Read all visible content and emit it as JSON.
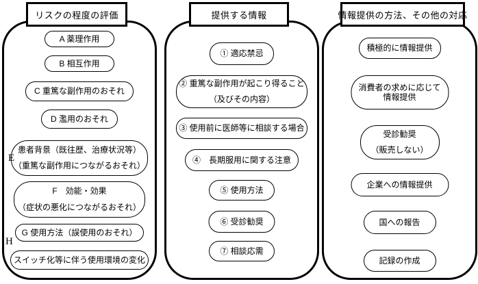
{
  "columns": [
    {
      "title": "リスクの程度の評価",
      "items": [
        {
          "lines": [
            "A 薬理作用"
          ]
        },
        {
          "lines": [
            "B 相互作用"
          ]
        },
        {
          "lines": [
            "C 重篤な副作用のおそれ"
          ]
        },
        {
          "lines": [
            "D 濫用のおそれ"
          ]
        },
        {
          "outside_label": "E",
          "lines": [
            "患者背景（既往歴、治療状況等）",
            "（重篤な副作用につながるおそれ）"
          ]
        },
        {
          "lines": [
            "F　効能・効果",
            "（症状の悪化につながるおそれ）"
          ]
        },
        {
          "lines": [
            "G 使用方法（誤使用のおそれ）"
          ]
        },
        {
          "outside_label": "H",
          "lines": [
            "スイッチ化等に伴う使用環境の変化"
          ]
        }
      ]
    },
    {
      "title": "提供する情報",
      "items": [
        {
          "lines": [
            "① 適応禁忌"
          ]
        },
        {
          "lines": [
            "② 重篤な副作用が起こり得ること",
            "（及びその内容）"
          ]
        },
        {
          "lines": [
            "③ 使用前に医師等に相談する場合"
          ]
        },
        {
          "lines": [
            "④　長期服用に関する注意"
          ]
        },
        {
          "lines": [
            "⑤ 使用方法"
          ]
        },
        {
          "lines": [
            "⑥ 受診勧奨"
          ]
        },
        {
          "lines": [
            "⑦ 相談応需"
          ]
        }
      ]
    },
    {
      "title": "情報提供の方法、その他の対応",
      "items": [
        {
          "lines": [
            "積極的に情報提供"
          ]
        },
        {
          "lines": [
            "消費者の求めに応じて",
            "情報提供"
          ]
        },
        {
          "lines": [
            "受診勧奨",
            "（販売しない）"
          ]
        },
        {
          "lines": [
            "企業への情報提供"
          ]
        },
        {
          "lines": [
            "国への報告"
          ]
        },
        {
          "lines": [
            "記録の作成"
          ]
        }
      ]
    }
  ],
  "colors": {
    "border": "#000000",
    "background": "#ffffff"
  }
}
